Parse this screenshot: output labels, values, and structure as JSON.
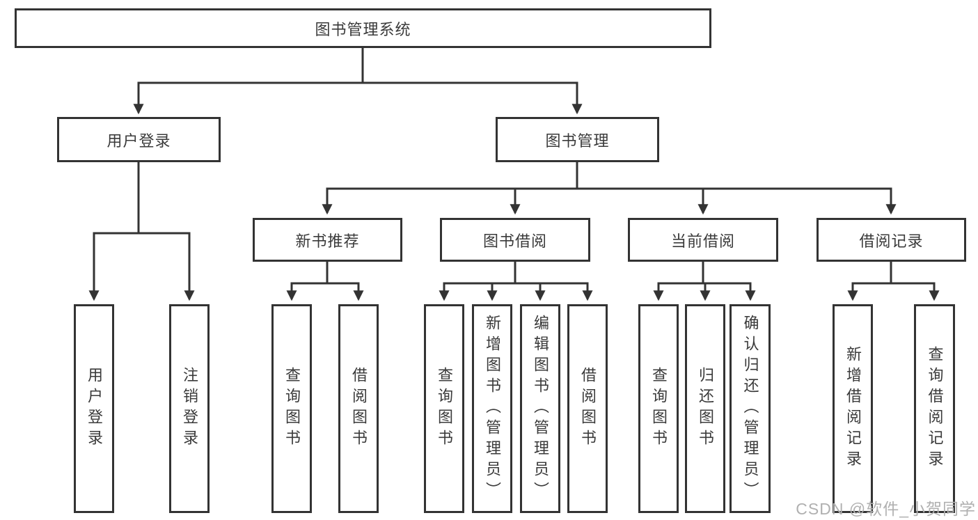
{
  "diagram_type": "hierarchy-tree",
  "colors": {
    "line": "#333333",
    "box_border": "#333333",
    "box_background": "#ffffff",
    "text": "#3a3a3a",
    "watermark": "#b0b0b0",
    "page_background": "#ffffff"
  },
  "tree": {
    "root": {
      "label": "图书管理系统"
    },
    "branches": [
      {
        "label": "用户登录",
        "children": [
          "用户登录",
          "注销登录"
        ]
      },
      {
        "label": "图书管理",
        "groups": [
          {
            "label": "新书推荐",
            "children": [
              "查询图书",
              "借阅图书"
            ]
          },
          {
            "label": "图书借阅",
            "children": [
              "查询图书",
              "新增图书（管理员）",
              "编辑图书（管理员）",
              "借阅图书"
            ]
          },
          {
            "label": "当前借阅",
            "children": [
              "查询图书",
              "归还图书",
              "确认归还（管理员）"
            ]
          },
          {
            "label": "借阅记录",
            "children": [
              "新增借阅记录",
              "查询借阅记录"
            ]
          }
        ]
      }
    ]
  },
  "watermark": {
    "text": "CSDN @软件_小贺同学"
  }
}
